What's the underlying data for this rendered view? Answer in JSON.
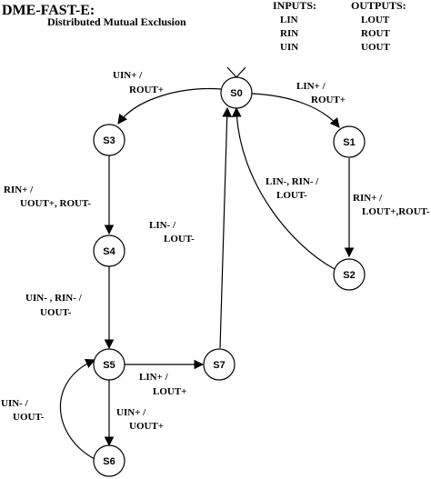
{
  "title": "DME-FAST-E:",
  "subtitle": "Distributed Mutual Exclusion",
  "io": {
    "inputs_header": "INPUTS:",
    "outputs_header": "OUTPUTS:",
    "inputs": [
      "LIN",
      "RIN",
      "UIN"
    ],
    "outputs": [
      "LOUT",
      "ROUT",
      "UOUT"
    ]
  },
  "states": {
    "s0": "S0",
    "s1": "S1",
    "s2": "S2",
    "s3": "S3",
    "s4": "S4",
    "s5": "S5",
    "s6": "S6",
    "s7": "S7"
  },
  "transitions": {
    "s0_s3": [
      "UIN+ /",
      "ROUT+"
    ],
    "s0_s1": [
      "LIN+ /",
      "ROUT+"
    ],
    "s1_s2": [
      "RIN+ /",
      "LOUT+,ROUT-"
    ],
    "s2_s0": [
      "LIN-, RIN- /",
      "LOUT-"
    ],
    "s3_s4": [
      "RIN+ /",
      "UOUT+, ROUT-"
    ],
    "s4_s5": [
      "UIN- , RIN- /",
      "UOUT-"
    ],
    "s5_s7": [
      "LIN+ /",
      "LOUT+"
    ],
    "s7_s0": [
      "LIN- /",
      "LOUT-"
    ],
    "s5_s6": [
      "UIN+ /",
      "UOUT+"
    ],
    "s6_s5": [
      "UIN- /",
      "UOUT-"
    ]
  }
}
